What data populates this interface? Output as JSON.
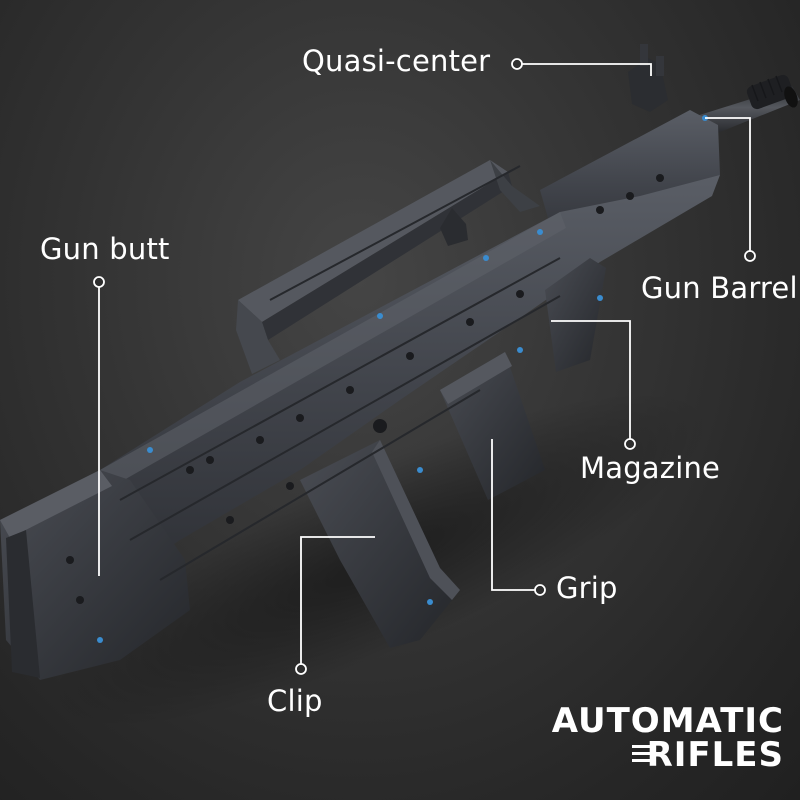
{
  "callouts": {
    "quasi_center": "Quasi-center",
    "gun_butt": "Gun butt",
    "gun_barrel": "Gun Barrel",
    "magazine": "Magazine",
    "grip": "Grip",
    "clip": "Clip"
  },
  "branding": {
    "line1": "AUTOMATIC",
    "line2": "RIFLES"
  },
  "colors": {
    "background": "#2e2e2e",
    "rifle_body": "#3e4147",
    "label_text": "#ffffff",
    "accent_pins": "#3a8ccf"
  }
}
